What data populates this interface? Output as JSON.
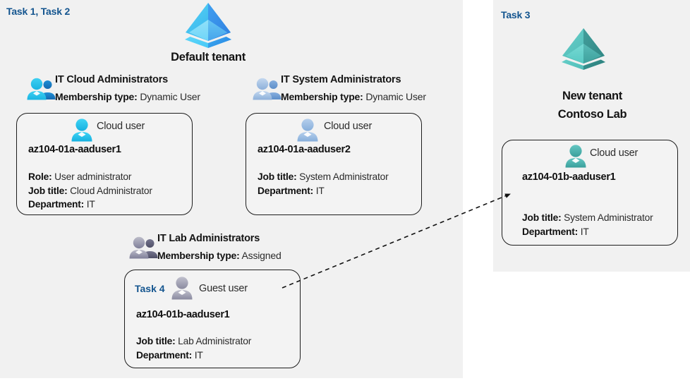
{
  "diagram": {
    "title": "Azure AD tenants, groups and users lab diagram",
    "colors": {
      "task_label": "#14558f",
      "panel_bg": "#f1f1f1",
      "card_border": "#1d1d1d",
      "default_tenant_accent": "#32b4f0",
      "new_tenant_accent": "#4bbdb8"
    }
  },
  "left_panel": {
    "task_label": "Task 1, Task 2",
    "tenant": {
      "icon": "azure-ad-tenant-icon",
      "title": "Default tenant"
    },
    "groups": [
      {
        "icon": "group-users-icon",
        "name": "IT Cloud Administrators",
        "meta_label": "Membership type:",
        "meta_value": "Dynamic User",
        "card": {
          "user_icon": "cloud-user-icon",
          "user_type": "Cloud user",
          "username": "az104-01a-aaduser1",
          "attributes": [
            {
              "label": "Role:",
              "value": "User administrator"
            },
            {
              "label": "Job title:",
              "value": "Cloud Administrator"
            },
            {
              "label": "Department:",
              "value": "IT"
            }
          ]
        }
      },
      {
        "icon": "group-users-icon",
        "name": "IT System Administrators",
        "meta_label": "Membership type:",
        "meta_value": "Dynamic User",
        "card": {
          "user_icon": "cloud-user-icon",
          "user_type": "Cloud user",
          "username": "az104-01a-aaduser2",
          "attributes": [
            {
              "label": "Job title:",
              "value": "System Administrator"
            },
            {
              "label": "Department:",
              "value": "IT"
            }
          ]
        }
      },
      {
        "icon": "group-users-icon",
        "name": "IT Lab Administrators",
        "meta_label": "Membership type:",
        "meta_value": "Assigned",
        "card": {
          "task_label": "Task 4",
          "user_icon": "guest-user-icon",
          "user_type": "Guest user",
          "username": "az104-01b-aaduser1",
          "attributes": [
            {
              "label": "Job title:",
              "value": "Lab Administrator"
            },
            {
              "label": "Department:",
              "value": "IT"
            }
          ]
        }
      }
    ]
  },
  "right_panel": {
    "task_label": "Task 3",
    "tenant": {
      "icon": "azure-ad-tenant-icon",
      "title_line1": "New  tenant",
      "title_line2": "Contoso Lab"
    },
    "card": {
      "user_icon": "cloud-user-icon",
      "user_type": "Cloud user",
      "username": "az104-01b-aaduser1",
      "attributes": [
        {
          "label": "Job title:",
          "value": "System Administrator"
        },
        {
          "label": "Department:",
          "value": "IT"
        }
      ]
    }
  },
  "connector": {
    "name": "guest-user-invite-arrow",
    "style": "dashed-arrow",
    "from": "IT Lab Administrators guest user card",
    "to": "Contoso Lab cloud user card"
  }
}
